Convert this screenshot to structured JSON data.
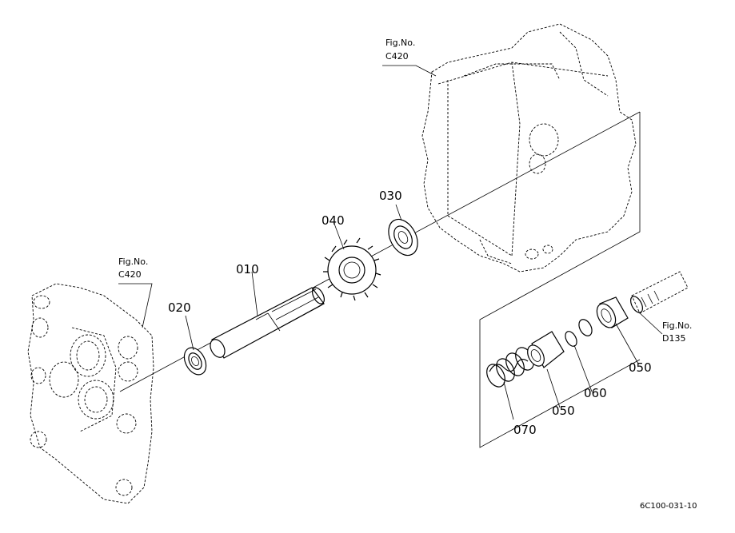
{
  "parts": {
    "p010": "010",
    "p020": "020",
    "p030": "030",
    "p040": "040",
    "p050a": "050",
    "p050b": "050",
    "p060": "060",
    "p070": "070"
  },
  "refs": {
    "left_fig": "Fig.No.",
    "left_code": "C420",
    "top_fig": "Fig.No.",
    "top_code": "C420",
    "right_fig": "Fig.No.",
    "right_code": "D135"
  },
  "drawing_code": "6C100-031-10"
}
